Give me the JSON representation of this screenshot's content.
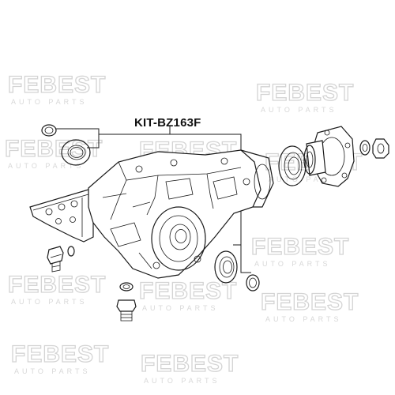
{
  "diagram": {
    "kit_label": "KIT-BZ163F",
    "watermark": {
      "brand": "FEBEST",
      "subtitle": "AUTO PARTS"
    },
    "parts": [
      "seal-ring-small-top-left",
      "oil-seal-left",
      "differential-housing",
      "mounting-bracket",
      "drain-plug",
      "plug-washer",
      "fill-plug",
      "plug-washer-bottom",
      "oil-seal-rear",
      "pinion-flange",
      "flange-nut",
      "flange-washer",
      "oil-seal-right-large",
      "seal-ring-small-right"
    ],
    "colors": {
      "line": "#1a1a1a",
      "watermark": "#d4d4d4",
      "watermark_accent": "#cc2233"
    }
  }
}
